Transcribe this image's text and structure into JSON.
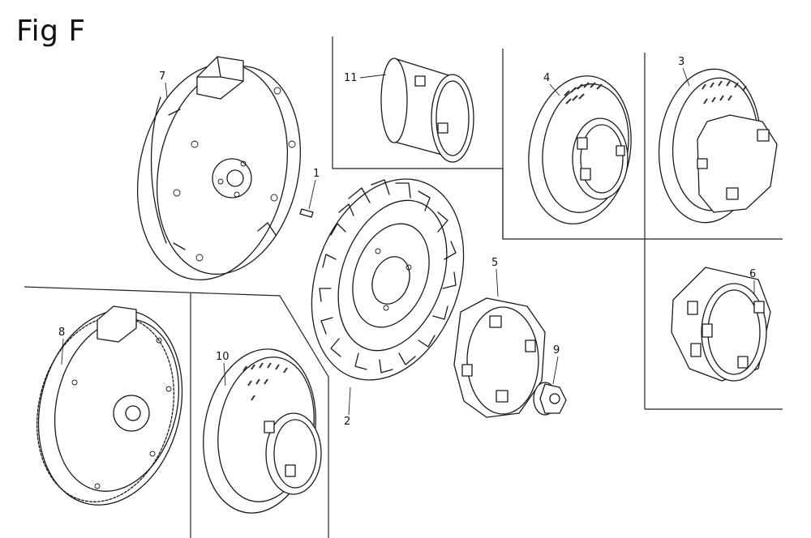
{
  "title": "Fig F",
  "callouts": [
    "1",
    "2",
    "3",
    "4",
    "5",
    "6",
    "7",
    "8",
    "9",
    "10",
    "11"
  ]
}
